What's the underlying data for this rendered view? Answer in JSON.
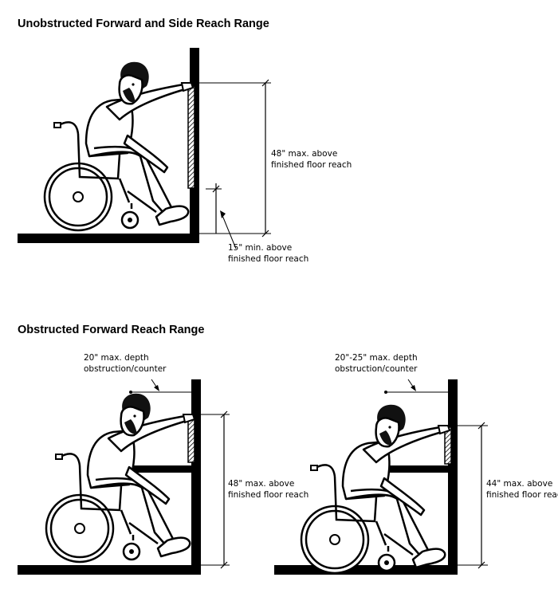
{
  "sections": {
    "unobstructed": {
      "title": "Unobstructed Forward and Side Reach Range",
      "high_label": [
        "48\" max. above",
        "finished floor reach"
      ],
      "low_label": [
        "15\" min. above",
        "finished floor reach"
      ]
    },
    "obstructed": {
      "title": "Obstructed Forward Reach Range",
      "left": {
        "depth_label": [
          "20\" max. depth",
          "obstruction/counter"
        ],
        "reach_label": [
          "48\" max. above",
          "finished floor reach"
        ]
      },
      "right": {
        "depth_label": [
          "20\"-25\" max. depth",
          "obstruction/counter"
        ],
        "reach_label": [
          "44\" max. above",
          "finished floor reach"
        ]
      }
    }
  }
}
